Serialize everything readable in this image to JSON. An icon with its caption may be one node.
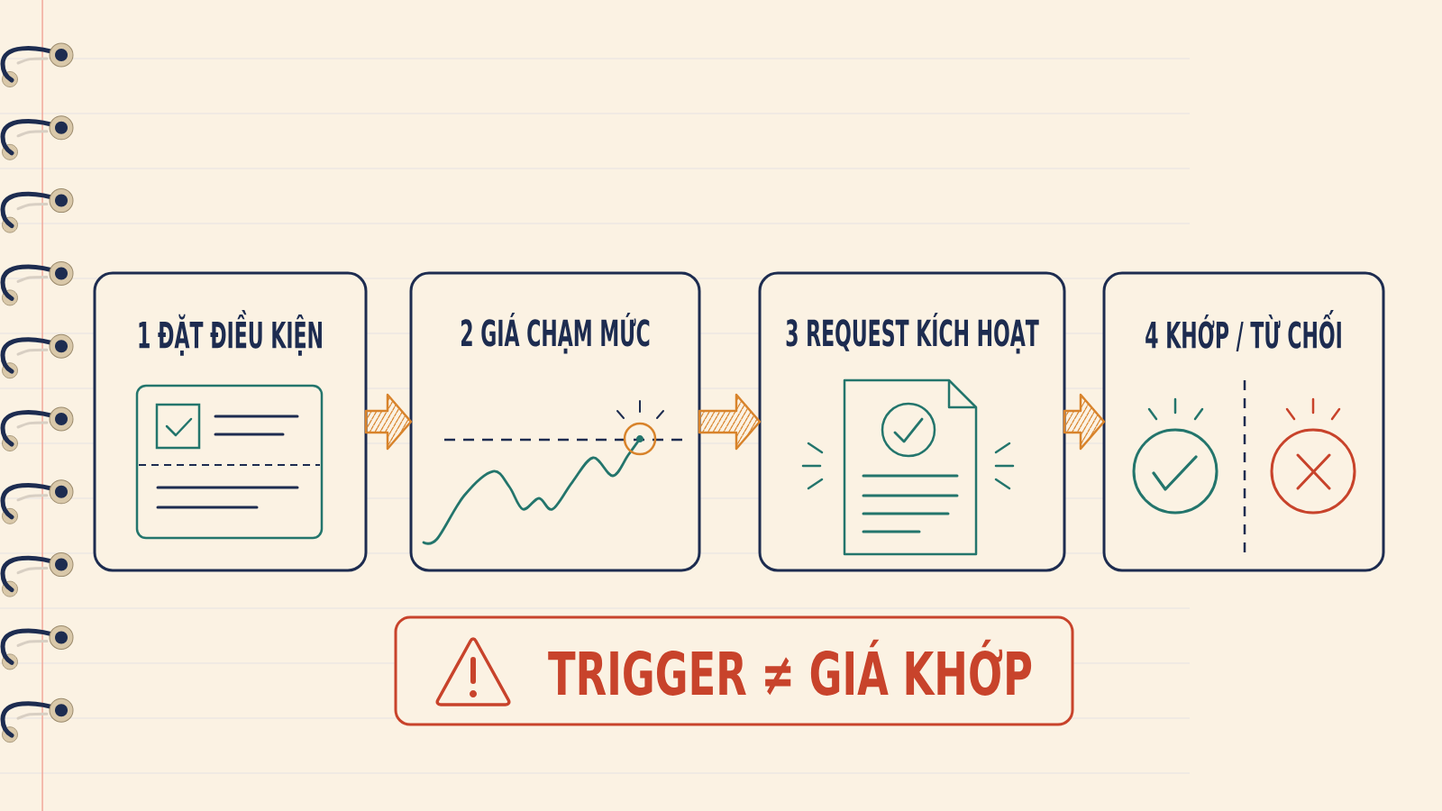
{
  "diagram": {
    "nodes": [
      {
        "text": [
          "1 ĐẶT ĐIỀU KIỆN"
        ]
      },
      {
        "text": [
          "2 GIÁ CHẠM MỨC"
        ]
      },
      {
        "text": [
          "3 REQUEST KÍCH HOẠT"
        ]
      },
      {
        "text": [
          "4 KHỚP / TỪ CHỐI"
        ]
      },
      {
        "text": [
          "TRIGGER ≠ GIÁ KHỚP"
        ]
      }
    ],
    "edges": [
      {
        "from": 0,
        "to": 1,
        "arrow": "to"
      },
      {
        "from": 1,
        "to": 2,
        "arrow": "to"
      },
      {
        "from": 2,
        "to": 3,
        "arrow": "to"
      }
    ]
  }
}
